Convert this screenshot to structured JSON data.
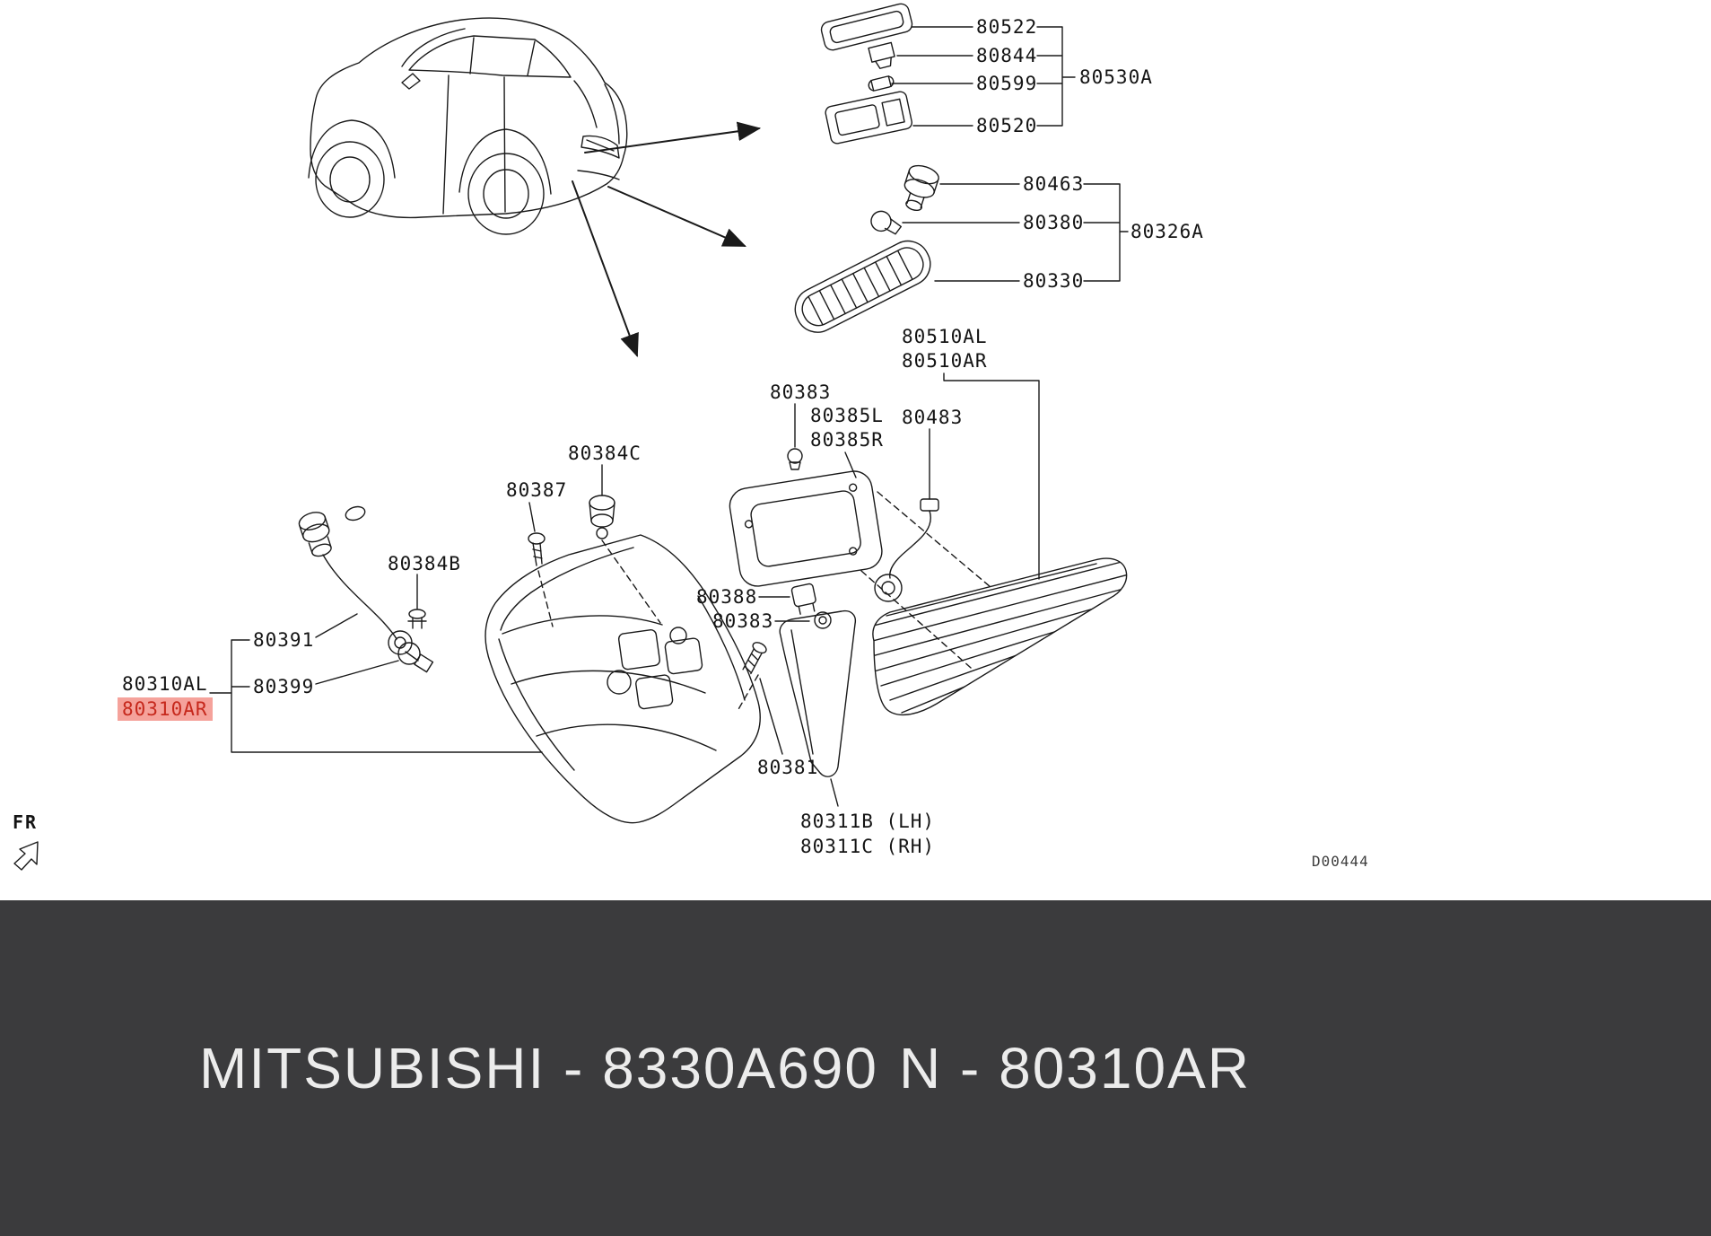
{
  "banner": {
    "left": "MITSUBISHI - 8330A690",
    "right": "N - 80310AR"
  },
  "labels": {
    "l_80522": "80522",
    "l_80844": "80844",
    "l_80599": "80599",
    "l_80530A": "80530A",
    "l_80520": "80520",
    "l_80463": "80463",
    "l_80380": "80380",
    "l_80326A": "80326A",
    "l_80330": "80330",
    "l_80510AL": "80510AL",
    "l_80510AR": "80510AR",
    "l_80383_a": "80383",
    "l_80385L": "80385L",
    "l_80385R": "80385R",
    "l_80483": "80483",
    "l_80384C": "80384C",
    "l_80387": "80387",
    "l_80384B": "80384B",
    "l_80388": "80388",
    "l_80383_b": "80383",
    "l_80391": "80391",
    "l_80399": "80399",
    "l_80310AL": "80310AL",
    "l_80310AR": "80310AR",
    "l_80381": "80381",
    "l_80311B": "80311B (LH)",
    "l_80311C": "80311C (RH)"
  },
  "annotations": {
    "fr": "FR",
    "drawing_ref": "D00444"
  },
  "highlight": {
    "selected_part": "80310AR",
    "highlight_bg": "#f5a29b",
    "highlight_text": "#c6281c"
  },
  "colors": {
    "banner_bg": "#3b3b3d",
    "banner_text": "#ececec",
    "line_color": "#1a1a1a"
  }
}
